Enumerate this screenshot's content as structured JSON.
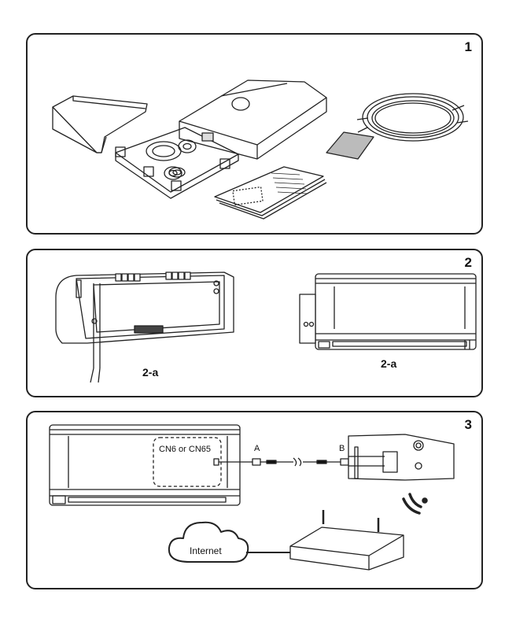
{
  "panels": [
    {
      "number": "1"
    },
    {
      "number": "2",
      "captions": [
        "2-a",
        "2-a"
      ]
    },
    {
      "number": "3",
      "labels": {
        "connector_zone": "CN6 or CN65",
        "end_a": "A",
        "end_b": "B",
        "cloud": "Internet"
      }
    }
  ],
  "icons": {
    "wifi": "wifi-signal-icon",
    "cloud": "cloud-icon",
    "router": "router-icon"
  }
}
